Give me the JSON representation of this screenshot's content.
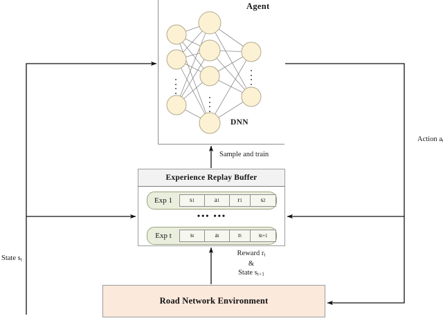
{
  "diagram": {
    "type": "deep-reinforcement-learning-architecture",
    "agent": {
      "title": "Agent",
      "network_label": "DNN",
      "network": {
        "type": "fully-connected-neural-network",
        "layers": [
          {
            "name": "input-layer",
            "visible_nodes": 3,
            "has_ellipsis": true
          },
          {
            "name": "hidden-layer",
            "visible_nodes": 4,
            "has_ellipsis": true
          },
          {
            "name": "output-layer",
            "visible_nodes": 2,
            "has_ellipsis": true
          }
        ],
        "node_fill": "#fcf2d3",
        "node_stroke": "#b0a98f",
        "edge_color": "#8a8a8a"
      }
    },
    "buffer": {
      "title": "Experience Replay Buffer",
      "ellipsis": "••• •••",
      "rows": [
        {
          "name": "Exp 1",
          "cells": [
            "s",
            "a",
            "r",
            "s"
          ],
          "subs": [
            "1",
            "1",
            "1",
            "2"
          ]
        },
        {
          "name": "Exp t",
          "cells": [
            "s",
            "a",
            "r",
            "s"
          ],
          "subs": [
            "t",
            "t",
            "t",
            "t+1"
          ]
        }
      ],
      "header_fill": "#f2f2f2",
      "capsule_fill": "#eaeedd"
    },
    "environment": {
      "title": "Road Network Environment",
      "fill": "#fbe9dc"
    },
    "flows": {
      "sample_and_train": "Sample and train",
      "reward_line1_prefix": "Reward r",
      "reward_line1_sub": "t",
      "reward_line2": "&",
      "reward_line3_prefix": "State s",
      "reward_line3_sub": "t+1",
      "state_left_prefix": "State s",
      "state_left_sub": "t",
      "action_right_prefix": "Action a",
      "action_right_sub": "t"
    }
  }
}
